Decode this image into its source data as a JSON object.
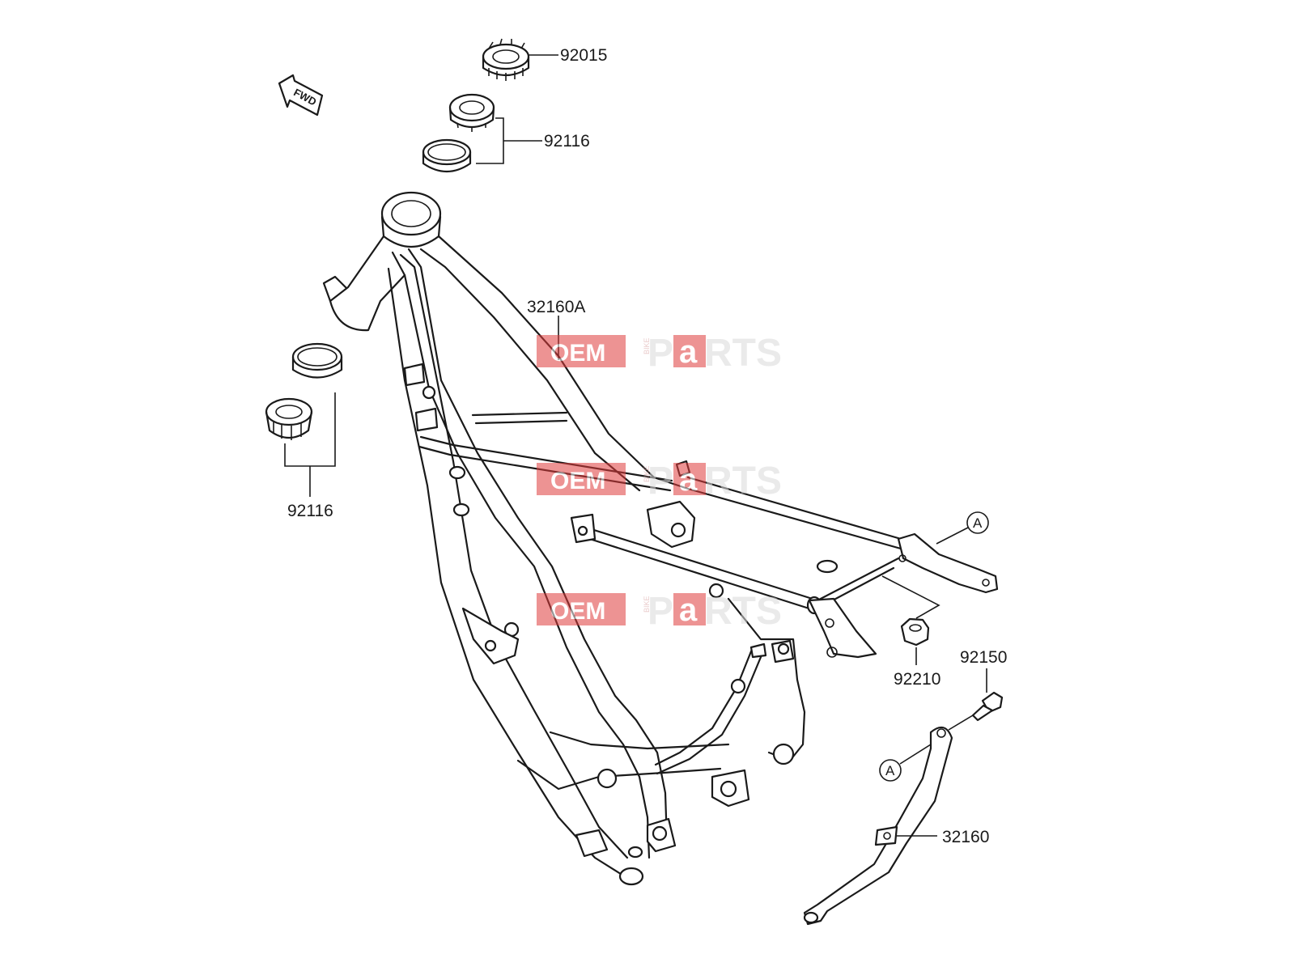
{
  "forward_indicator": "FWD",
  "part_labels": {
    "lock_nut": "92015",
    "upper_bearing": "92116",
    "lower_bearing": "92116",
    "frame": "32160A",
    "nut": "92210",
    "bolt": "92150",
    "sub_frame": "32160"
  },
  "reference_marks": {
    "frame_joint": "A",
    "sub_frame_joint": "A"
  },
  "watermark": {
    "oem": "OEM",
    "bike": "BIKE",
    "p": "P",
    "a": "a",
    "rts": "RTS"
  },
  "colors": {
    "line": "#1a1a1a",
    "watermark_red": "#e03c3c",
    "watermark_gray": "#d9d9d9"
  }
}
